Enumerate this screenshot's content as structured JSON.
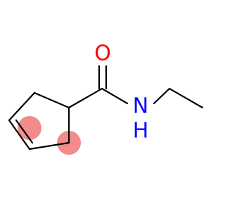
{
  "molecule": {
    "atoms": {
      "oxygen": {
        "label": "O",
        "color": "#ff0000"
      },
      "nitrogen": {
        "label": "N",
        "color": "#0000ff"
      },
      "hydrogen": {
        "label": "H",
        "color": "#0000ff"
      }
    },
    "highlights": {
      "color": "#f28b8b",
      "count": 2
    }
  }
}
